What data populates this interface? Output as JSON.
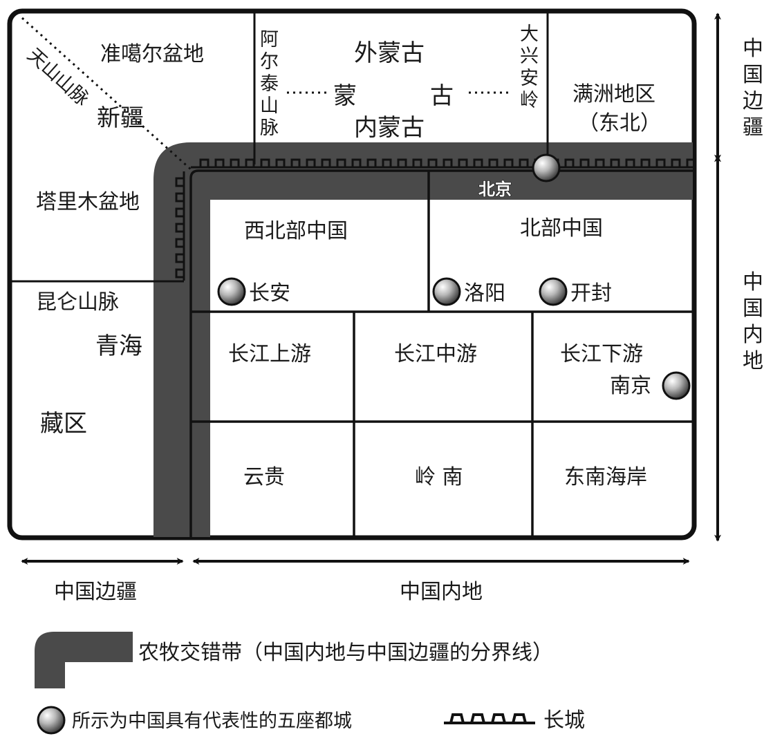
{
  "regions": {
    "junggar": "准噶尔盆地",
    "tianshan": "天山山脉",
    "xinjiang": "新疆",
    "tarim": "塔里木盆地",
    "kunlun": "昆仑山脉",
    "qinghai": "青海",
    "tibet": "藏区",
    "altai": [
      "阿",
      "尔",
      "泰",
      "山",
      "脉"
    ],
    "outer_mongolia": "外蒙古",
    "mongolia_left": "蒙",
    "mongolia_right": "古",
    "inner_mongolia": "内蒙古",
    "greater_khingan": [
      "大",
      "兴",
      "安",
      "岭"
    ],
    "manchuria": "满洲地区",
    "northeast": "（东北）",
    "northwest_china": "西北部中国",
    "north_china": "北部中国",
    "upper_yangtze": "长江上游",
    "middle_yangtze": "长江中游",
    "lower_yangtze": "长江下游",
    "yungui": "云贵",
    "lingnan": "岭 南",
    "southeast_coast": "东南海岸"
  },
  "cities": {
    "beijing": "北京",
    "changan": "长安",
    "luoyang": "洛阳",
    "kaifeng": "开封",
    "nanjing": "南京"
  },
  "axes": {
    "right_top": [
      "中",
      "国",
      "边",
      "疆"
    ],
    "right_bottom": [
      "中",
      "国",
      "内",
      "地"
    ],
    "bottom_left": "中国边疆",
    "bottom_right": "中国内地"
  },
  "legend": {
    "belt": "农牧交错带（中国内地与中国边疆的分界线）",
    "capitals": "所示为中国具有代表性的五座都城",
    "great_wall": "长城"
  },
  "colors": {
    "belt": "#4a4a4a",
    "frame": "#111111"
  }
}
